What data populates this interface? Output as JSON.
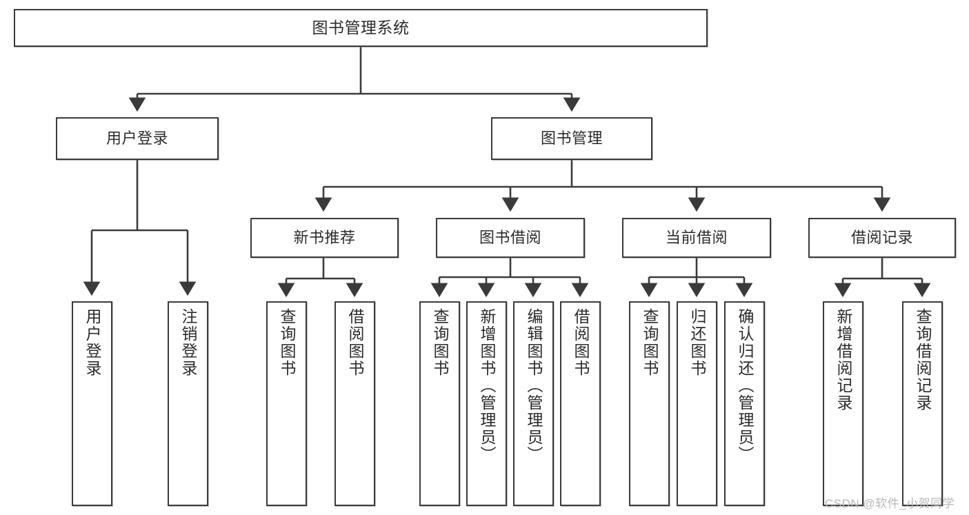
{
  "diagram": {
    "title": "图书管理系统",
    "watermark": "CSDN @软件_小贺同学",
    "line_color": "#3a3a3a",
    "box_border_color": "#3a3a3a",
    "box_fill_color": "#ffffff",
    "text_color": "#2b2b2b",
    "watermark_color": "#b8b8b8"
  },
  "nodes": {
    "root": {
      "label": "图书管理系统"
    },
    "level2": [
      {
        "label": "用户登录"
      },
      {
        "label": "图书管理"
      }
    ],
    "level3": [
      {
        "label": "新书推荐"
      },
      {
        "label": "图书借阅"
      },
      {
        "label": "当前借阅"
      },
      {
        "label": "借阅记录"
      }
    ],
    "leaves_user_login": [
      {
        "label": "用户登录"
      },
      {
        "label": "注销登录"
      }
    ],
    "leaves_new_book": [
      {
        "label": "查询图书"
      },
      {
        "label": "借阅图书"
      }
    ],
    "leaves_borrow": [
      {
        "label": "查询图书"
      },
      {
        "label": "新增图书（管理员）"
      },
      {
        "label": "编辑图书（管理员）"
      },
      {
        "label": "借阅图书"
      }
    ],
    "leaves_current": [
      {
        "label": "查询图书"
      },
      {
        "label": "归还图书"
      },
      {
        "label": "确认归还（管理员）"
      }
    ],
    "leaves_records": [
      {
        "label": "新增借阅记录"
      },
      {
        "label": "查询借阅记录"
      }
    ]
  },
  "tree": {
    "type": "hierarchy",
    "levels": 4,
    "edges": [
      {
        "from": "图书管理系统",
        "to": "用户登录"
      },
      {
        "from": "图书管理系统",
        "to": "图书管理"
      },
      {
        "from": "用户登录",
        "to": "用户登录"
      },
      {
        "from": "用户登录",
        "to": "注销登录"
      },
      {
        "from": "图书管理",
        "to": "新书推荐"
      },
      {
        "from": "图书管理",
        "to": "图书借阅"
      },
      {
        "from": "图书管理",
        "to": "当前借阅"
      },
      {
        "from": "图书管理",
        "to": "借阅记录"
      },
      {
        "from": "新书推荐",
        "to": "查询图书"
      },
      {
        "from": "新书推荐",
        "to": "借阅图书"
      },
      {
        "from": "图书借阅",
        "to": "查询图书"
      },
      {
        "from": "图书借阅",
        "to": "新增图书（管理员）"
      },
      {
        "from": "图书借阅",
        "to": "编辑图书（管理员）"
      },
      {
        "from": "图书借阅",
        "to": "借阅图书"
      },
      {
        "from": "当前借阅",
        "to": "查询图书"
      },
      {
        "from": "当前借阅",
        "to": "归还图书"
      },
      {
        "from": "当前借阅",
        "to": "确认归还（管理员）"
      },
      {
        "from": "借阅记录",
        "to": "新增借阅记录"
      },
      {
        "from": "借阅记录",
        "to": "查询借阅记录"
      }
    ]
  }
}
